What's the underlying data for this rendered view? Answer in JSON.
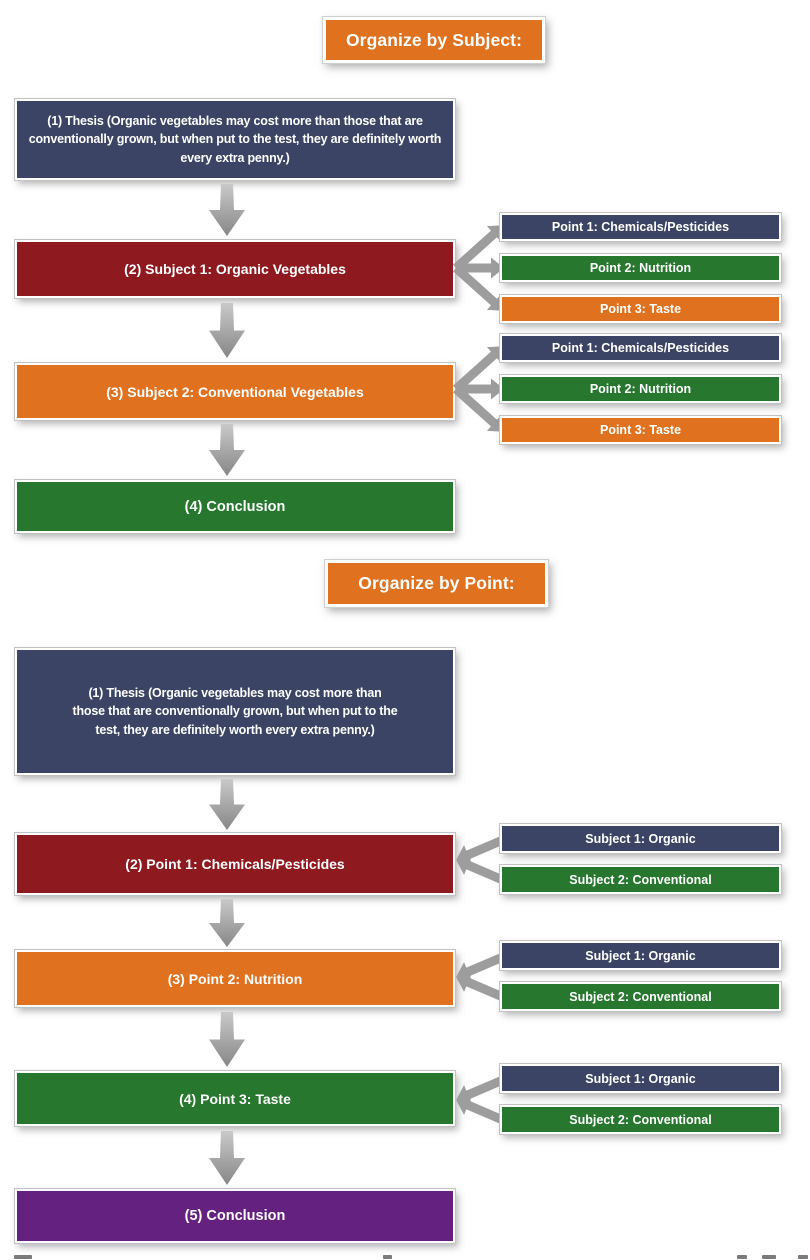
{
  "organize_by_subject": {
    "title": "Organize by Subject:",
    "thesis": "(1) Thesis (Organic vegetables may cost more than those that are conventionally grown, but when put to the test, they are definitely worth every extra penny.)",
    "rows": [
      {
        "main": "(2) Subject 1: Organic Vegetables",
        "branches": [
          "Point 1: Chemicals/Pesticides",
          "Point 2: Nutrition",
          "Point 3: Taste"
        ]
      },
      {
        "main": "(3) Subject 2: Conventional Vegetables",
        "branches": [
          "Point 1: Chemicals/Pesticides",
          "Point 2: Nutrition",
          "Point 3: Taste"
        ]
      }
    ],
    "conclusion": "(4) Conclusion"
  },
  "organize_by_point": {
    "title": "Organize by Point:",
    "thesis": "(1) Thesis (Organic vegetables may cost more than those that are conventionally grown, but when put to the test, they are definitely worth every extra penny.)",
    "rows": [
      {
        "main": "(2) Point 1: Chemicals/Pesticides",
        "branches": [
          "Subject 1: Organic",
          "Subject 2: Conventional"
        ]
      },
      {
        "main": "(3) Point 2: Nutrition",
        "branches": [
          "Subject 1: Organic",
          "Subject 2: Conventional"
        ]
      },
      {
        "main": "(4) Point 3: Taste",
        "branches": [
          "Subject 1: Organic",
          "Subject 2: Conventional"
        ]
      }
    ],
    "conclusion": "(5) Conclusion"
  },
  "colors": {
    "navy": "#3b4465",
    "red": "#8e1a20",
    "orange": "#e0711f",
    "green": "#27772f",
    "purple": "#65217f",
    "arrow_gray": "#9d9d9d"
  }
}
